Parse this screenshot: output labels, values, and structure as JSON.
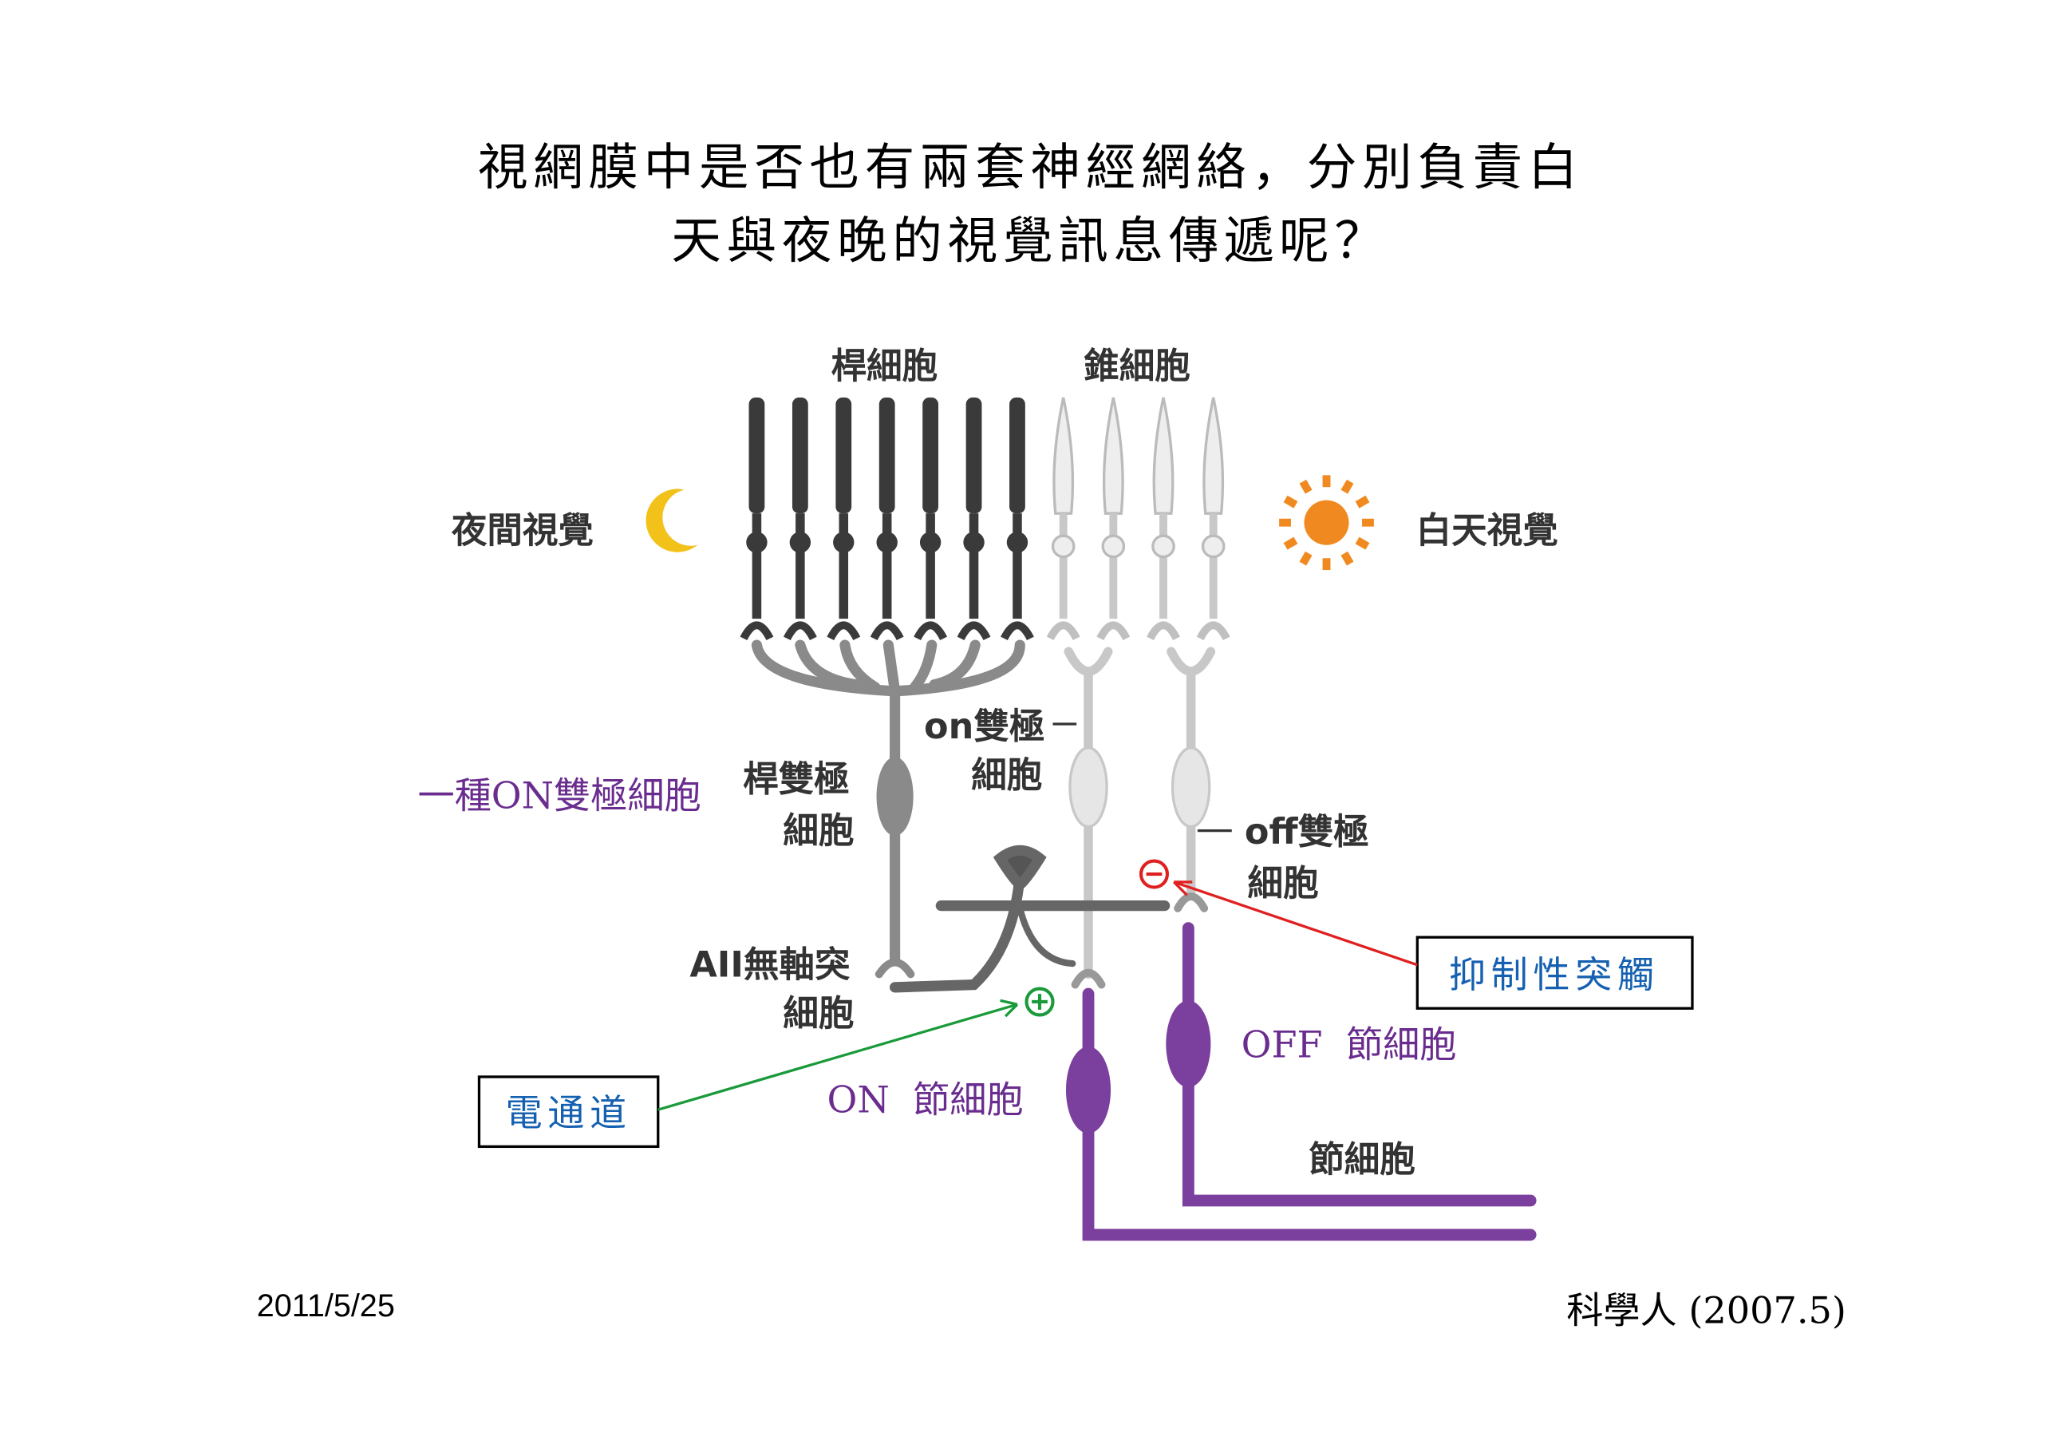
{
  "title": {
    "line1": "視網膜中是否也有兩套神經網絡，分別負責白",
    "line2": "天與夜晚的視覺訊息傳遞呢？"
  },
  "labels": {
    "rod_cells": "桿細胞",
    "cone_cells": "錐細胞",
    "night_vision": "夜間視覺",
    "day_vision": "白天視覺",
    "rod_bipolar_1": "桿雙極",
    "rod_bipolar_2": "細胞",
    "on_bipolar_1": "on雙極",
    "on_bipolar_2": "細胞",
    "off_bipolar_1": "off雙極",
    "off_bipolar_2": "細胞",
    "aii_amacrine_1": "AII無軸突",
    "aii_amacrine_2": "細胞",
    "ganglion": "節細胞"
  },
  "annotations": {
    "on_bipolar_type": "一種ON雙極細胞",
    "inhibitory_synapse": "抑制性突觸",
    "electrical_channel": "電通道",
    "on_ganglion": "ON  節細胞",
    "off_ganglion": "OFF  節細胞"
  },
  "footer": {
    "date": "2011/5/25",
    "source": "科學人 (2007.5)"
  },
  "colors": {
    "rod": "#3a3a3a",
    "cone": "#d8d8d8",
    "ganglion": "#7b3f9e",
    "inhibit": "#e02020",
    "excite": "#1a9a3a",
    "sun": "#f08a20",
    "moon": "#f2c21a"
  }
}
